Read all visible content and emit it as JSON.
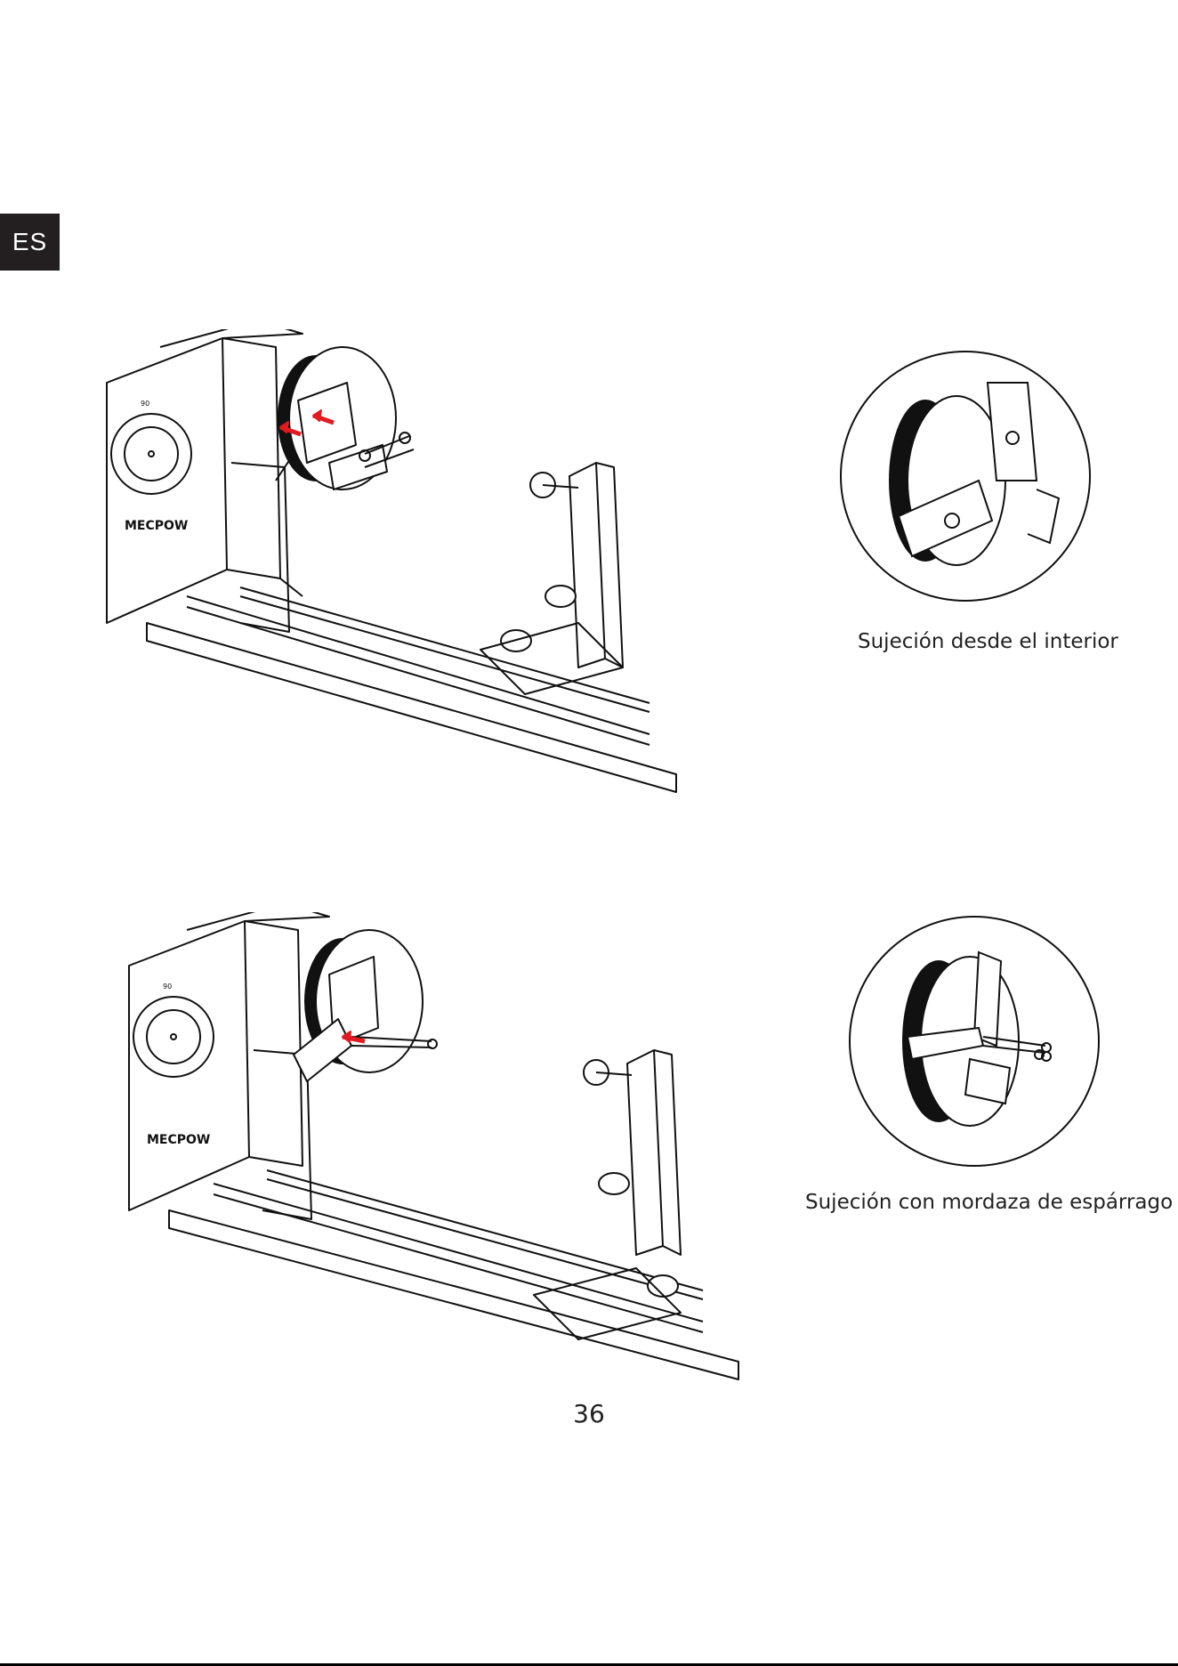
{
  "language_tab": "ES",
  "figure_top": {
    "brand": "MECPOW",
    "dial_label": "90",
    "caption": "Sujeción desde el interior"
  },
  "figure_bottom": {
    "brand": "MECPOW",
    "dial_label": "90",
    "caption": "Sujeción con mordaza de espárrago"
  },
  "page_number": "36",
  "colors": {
    "tab_background": "#231f20",
    "arrow": "#e11b22",
    "line": "#111111"
  }
}
